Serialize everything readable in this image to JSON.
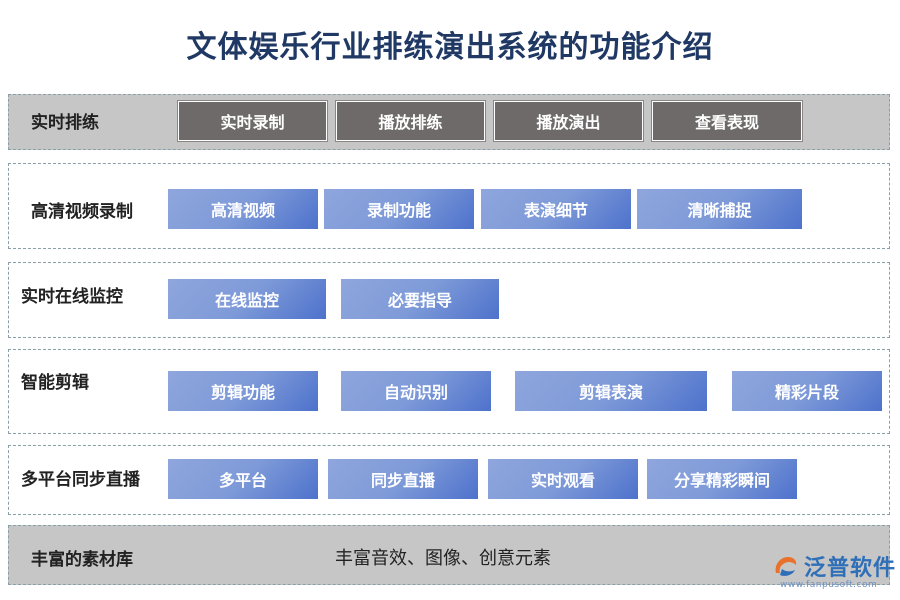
{
  "title": "文体娱乐行业排练演出系统的功能介绍",
  "rows": [
    {
      "label": "实时排练",
      "items": [
        "实时录制",
        "播放排练",
        "播放演出",
        "查看表现"
      ]
    },
    {
      "label": "高清视频录制",
      "items": [
        "高清视频",
        "录制功能",
        "表演细节",
        "清晰捕捉"
      ]
    },
    {
      "label": "实时在线监控",
      "items": [
        "在线监控",
        "必要指导"
      ]
    },
    {
      "label": "智能剪辑",
      "items": [
        "剪辑功能",
        "自动识别",
        "剪辑表演",
        "精彩片段"
      ]
    },
    {
      "label": "多平台同步直播",
      "items": [
        "多平台",
        "同步直播",
        "实时观看",
        "分享精彩瞬间"
      ]
    },
    {
      "label": "丰富的素材库",
      "text": "丰富音效、图像、创意元素"
    }
  ],
  "logo": {
    "name": "泛普软件",
    "url": "www.fanpusoft.com"
  },
  "colors": {
    "title": "#1f3864",
    "gray_band": "#c6c6c6",
    "dark_chip": "#6e6a6a",
    "blue_chip_start": "#8fa6dd",
    "blue_chip_end": "#4e72cc",
    "logo": "#2e6fb7"
  }
}
